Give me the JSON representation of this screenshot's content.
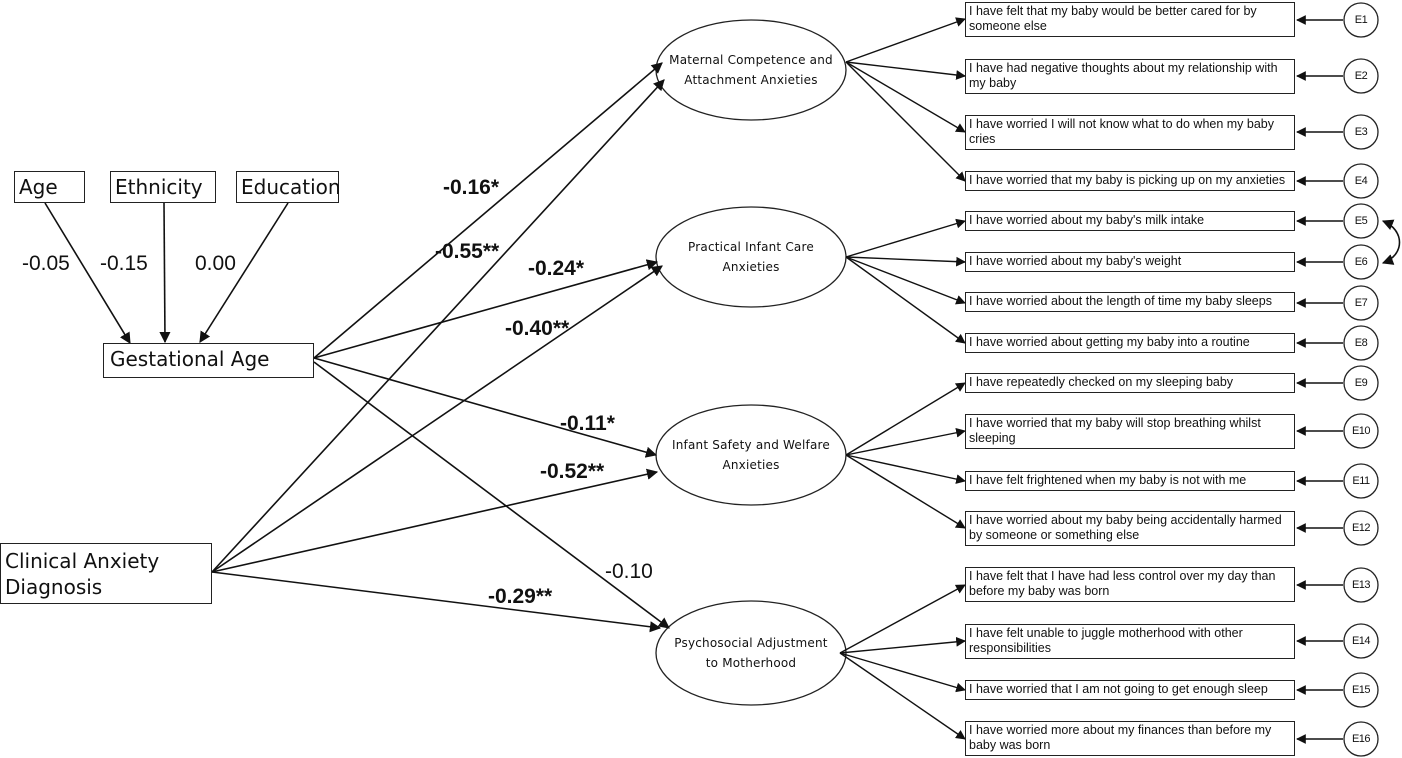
{
  "covariates": [
    "Age",
    "Ethnicity",
    "Education"
  ],
  "covariate_paths": [
    "-0.05",
    "-0.15",
    "0.00"
  ],
  "gestational_age": "Gestational Age",
  "clinical_anxiety": "Clinical Anxiety\nDiagnosis",
  "factors": [
    "Maternal Competence and\nAttachment Anxieties",
    "Practical Infant Care\nAnxieties",
    "Infant Safety and Welfare\nAnxieties",
    "Psychosocial Adjustment\nto Motherhood"
  ],
  "paths": {
    "ga_mcaa": "-0.16*",
    "cad_mcaa": "-0.55**",
    "ga_pica": "-0.24*",
    "cad_pica": "-0.40**",
    "ga_isw": "-0.11*",
    "cad_isw": "-0.52**",
    "ga_pam": "-0.10",
    "cad_pam": "-0.29**"
  },
  "items": [
    "I have felt that my baby would be better cared for by someone else",
    "I have had negative thoughts about my relationship with my baby",
    "I have worried I will not know what to do when my baby cries",
    "I have worried that my baby is picking up on my anxieties",
    "I have worried about my baby's milk intake",
    "I have worried about my baby's weight",
    "I have worried about the length of time my baby sleeps",
    "I have worried about getting my baby into a routine",
    "I have repeatedly checked on my sleeping baby",
    "I have worried that my baby will stop breathing whilst sleeping",
    "I have felt frightened when my baby is not with me",
    "I have worried about my baby being accidentally harmed by someone or something else",
    "I have felt that I have had less control over my day than before my baby was born",
    "I have felt unable to juggle motherhood with other responsibilities",
    "I have worried that I am not going to get enough sleep",
    "I have worried more about my finances than before my baby was born"
  ],
  "errors": [
    "E1",
    "E2",
    "E3",
    "E4",
    "E5",
    "E6",
    "E7",
    "E8",
    "E9",
    "E10",
    "E11",
    "E12",
    "E13",
    "E14",
    "E15",
    "E16"
  ]
}
